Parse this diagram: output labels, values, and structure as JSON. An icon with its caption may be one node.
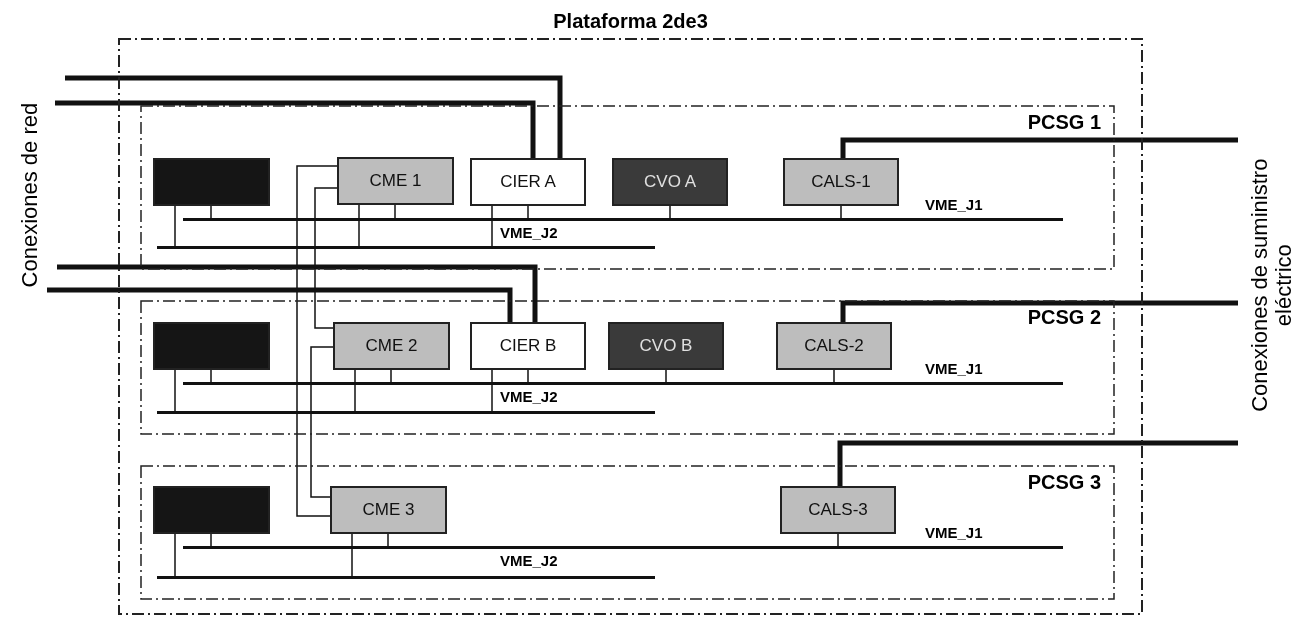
{
  "diagram": {
    "nodes": [
      {
        "text": [
          "Plataforma 2de3"
        ]
      },
      {
        "text": [
          "PCSG 1"
        ],
        "in": 0
      },
      {
        "text": [],
        "shape": "box",
        "in": 1
      },
      {
        "text": [
          "CME 1"
        ],
        "in": 1
      },
      {
        "text": [
          "CIER A"
        ],
        "in": 1
      },
      {
        "text": [
          "CVO A"
        ],
        "in": 1
      },
      {
        "text": [
          "CALS-1"
        ],
        "in": 1
      },
      {
        "text": [],
        "shape": "bar",
        "beside": [
          "VME_J1"
        ],
        "in": 1
      },
      {
        "text": [],
        "shape": "bar",
        "beside": [
          "VME_J2"
        ],
        "in": 1
      },
      {
        "text": [
          "PCSG 2"
        ],
        "in": 0
      },
      {
        "text": [],
        "shape": "box",
        "in": 9
      },
      {
        "text": [
          "CME 2"
        ],
        "in": 9
      },
      {
        "text": [
          "CIER B"
        ],
        "in": 9
      },
      {
        "text": [
          "CVO B"
        ],
        "in": 9
      },
      {
        "text": [
          "CALS-2"
        ],
        "in": 9
      },
      {
        "text": [],
        "shape": "bar",
        "beside": [
          "VME_J1"
        ],
        "in": 9
      },
      {
        "text": [],
        "shape": "bar",
        "beside": [
          "VME_J2"
        ],
        "in": 9
      },
      {
        "text": [
          "PCSG 3"
        ],
        "in": 0
      },
      {
        "text": [],
        "shape": "box",
        "in": 17
      },
      {
        "text": [
          "CME 3"
        ],
        "in": 17
      },
      {
        "text": [
          "CALS-3"
        ],
        "in": 17
      },
      {
        "text": [],
        "shape": "bar",
        "beside": [
          "VME_J1"
        ],
        "in": 17
      },
      {
        "text": [],
        "shape": "bar",
        "beside": [
          "VME_J2"
        ],
        "in": 17
      }
    ],
    "edges": [
      {
        "from": 2,
        "to": 8,
        "arrow": "none"
      },
      {
        "from": 2,
        "to": 7,
        "arrow": "none"
      },
      {
        "from": 3,
        "to": 8,
        "arrow": "none"
      },
      {
        "from": 3,
        "to": 7,
        "arrow": "none"
      },
      {
        "from": 4,
        "to": 8,
        "arrow": "none"
      },
      {
        "from": 4,
        "to": 7,
        "arrow": "none"
      },
      {
        "from": 5,
        "to": 7,
        "arrow": "none"
      },
      {
        "from": 6,
        "to": 7,
        "arrow": "none"
      },
      {
        "from": 10,
        "to": 16,
        "arrow": "none"
      },
      {
        "from": 10,
        "to": 15,
        "arrow": "none"
      },
      {
        "from": 11,
        "to": 16,
        "arrow": "none"
      },
      {
        "from": 11,
        "to": 15,
        "arrow": "none"
      },
      {
        "from": 12,
        "to": 16,
        "arrow": "none"
      },
      {
        "from": 12,
        "to": 15,
        "arrow": "none"
      },
      {
        "from": 13,
        "to": 15,
        "arrow": "none"
      },
      {
        "from": 14,
        "to": 15,
        "arrow": "none"
      },
      {
        "from": 18,
        "to": 22,
        "arrow": "none"
      },
      {
        "from": 18,
        "to": 21,
        "arrow": "none"
      },
      {
        "from": 19,
        "to": 22,
        "arrow": "none"
      },
      {
        "from": 19,
        "to": 21,
        "arrow": "none"
      },
      {
        "from": 20,
        "to": 21,
        "arrow": "none"
      },
      {
        "from": 3,
        "to": 11,
        "arrow": "none"
      },
      {
        "from": 11,
        "to": 19,
        "arrow": "none"
      },
      {
        "from": 3,
        "to": 19,
        "arrow": "none"
      },
      {
        "from": null,
        "to": 4,
        "arrow": "none",
        "style": "thick"
      },
      {
        "from": null,
        "to": 4,
        "arrow": "none",
        "style": "thick"
      },
      {
        "from": null,
        "to": 12,
        "arrow": "none",
        "style": "thick"
      },
      {
        "from": null,
        "to": 12,
        "arrow": "none",
        "style": "thick"
      },
      {
        "from": null,
        "to": 6,
        "arrow": "none",
        "style": "thick"
      },
      {
        "from": null,
        "to": 14,
        "arrow": "none",
        "style": "thick"
      },
      {
        "from": null,
        "to": 20,
        "arrow": "none",
        "style": "thick"
      }
    ],
    "labels": [
      "Conexiones de red",
      "Conexiones de suministro eléctrico"
    ]
  }
}
